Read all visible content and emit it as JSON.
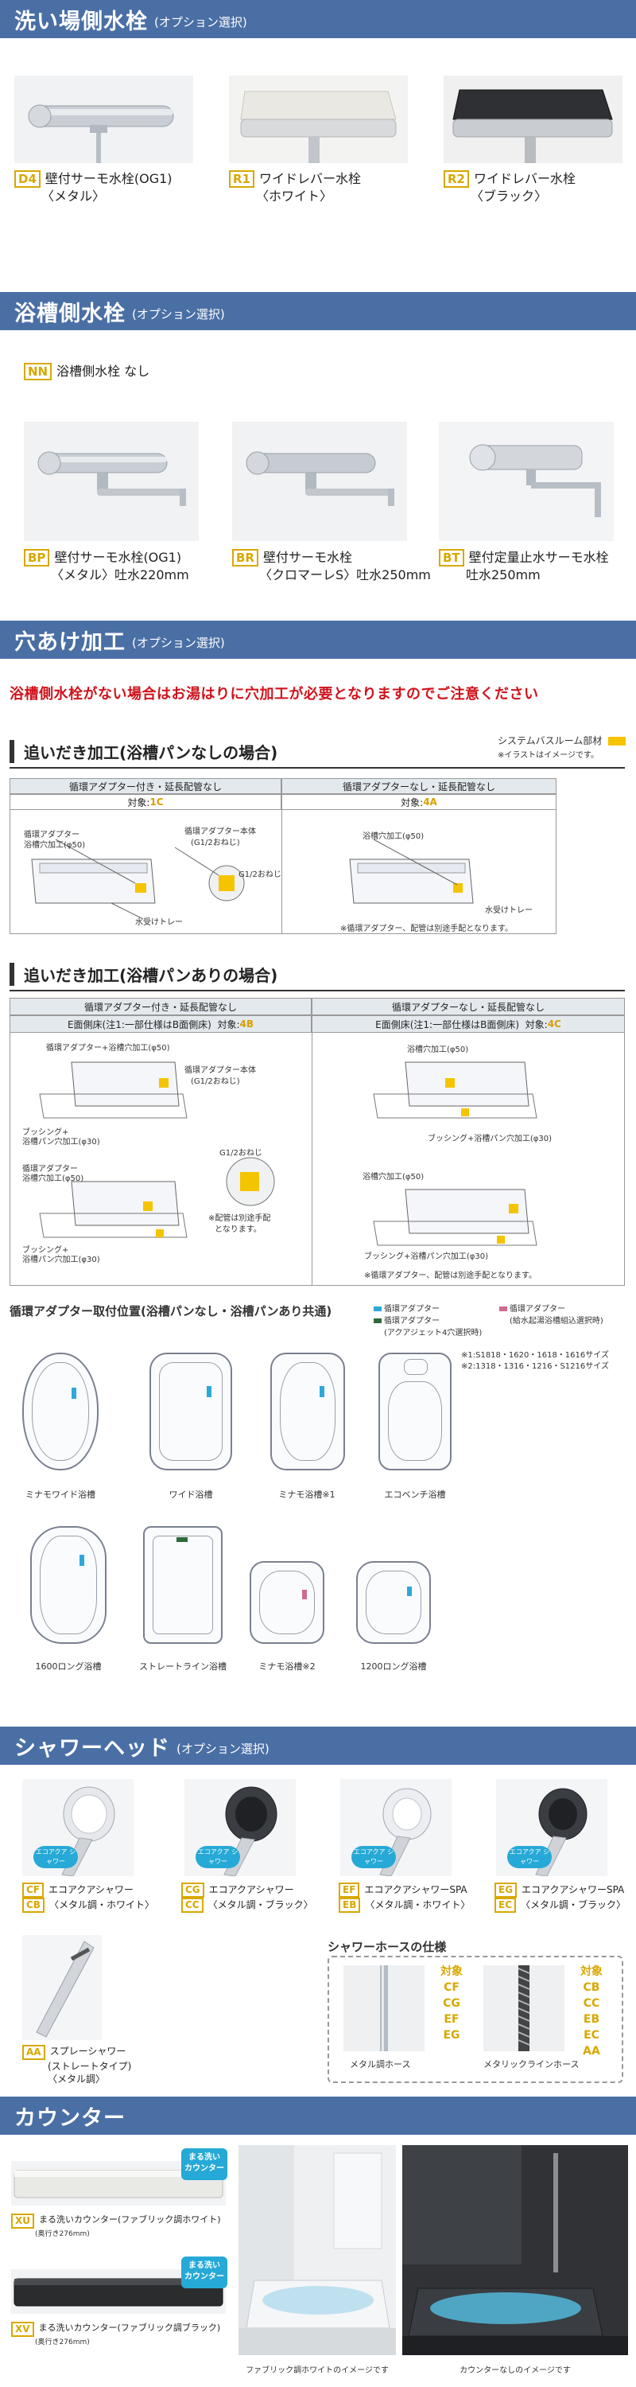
{
  "sec1": {
    "title": "洗い場側水栓",
    "sub": "(オプション選択)"
  },
  "faucets1": [
    {
      "code": "D4",
      "line1": "壁付サーモ水栓(OG1)",
      "line2": "〈メタル〉"
    },
    {
      "code": "R1",
      "line1": "ワイドレバー水栓",
      "line2": "〈ホワイト〉"
    },
    {
      "code": "R2",
      "line1": "ワイドレバー水栓",
      "line2": "〈ブラック〉"
    }
  ],
  "sec2": {
    "title": "浴槽側水栓",
    "sub": "(オプション選択)"
  },
  "nn": {
    "code": "NN",
    "label": "浴槽側水栓 なし"
  },
  "faucets2": [
    {
      "code": "BP",
      "line1": "壁付サーモ水栓(OG1)",
      "line2": "〈メタル〉吐水220mm"
    },
    {
      "code": "BR",
      "line1": "壁付サーモ水栓",
      "line2": "〈クロマーレS〉吐水250mm"
    },
    {
      "code": "BT",
      "line1": "壁付定量止水サーモ水栓",
      "line2": "吐水250mm"
    }
  ],
  "sec3": {
    "title": "穴あけ加工",
    "sub": "(オプション選択)"
  },
  "warning": "浴槽側水栓がない場合はお湯はりに穴加工が必要となりますのでご注意ください",
  "legend": {
    "label": "システムバスルーム部材",
    "note": "※イラストはイメージです。",
    "color": "#f5c400"
  },
  "oidaki1": {
    "title": "追いだき加工(浴槽パンなしの場合)",
    "colA": {
      "head": "循環アダプター付き・延長配管なし",
      "target_label": "対象:",
      "target": "1C"
    },
    "colB": {
      "head": "循環アダプターなし・延長配管なし",
      "target_label": "対象:",
      "target": "4A"
    },
    "labels": {
      "a1": "循環アダプター",
      "a2": "浴槽穴加工(φ50)",
      "a3": "循環アダプター本体",
      "a4": "(G1/2おねじ)",
      "a5": "G1/2おねじ",
      "a6": "水受けトレー",
      "b1": "浴槽穴加工(φ50)",
      "b2": "水受けトレー",
      "b3": "※循環アダプター、配管は別途手配となります。"
    }
  },
  "oidaki2": {
    "title": "追いだき加工(浴槽パンありの場合)",
    "colA": {
      "head": "循環アダプター付き・延長配管なし",
      "sub": "E面側床(注1:一部仕様はB面側床)",
      "target_label": "対象:",
      "target": "4B"
    },
    "colB": {
      "head": "循環アダプターなし・延長配管なし",
      "sub": "E面側床(注1:一部仕様はB面側床)",
      "target_label": "対象:",
      "target": "4C"
    },
    "labels": {
      "a1": "循環アダプター+浴槽穴加工(φ50)",
      "a2": "循環アダプター本体",
      "a3": "(G1/2おねじ)",
      "a4": "ブッシング+",
      "a5": "浴槽パン穴加工(φ30)",
      "a6": "G1/2おねじ",
      "a7": "循環アダプター",
      "a8": "浴槽穴加工(φ50)",
      "a9": "ブッシング+",
      "a10": "浴槽パン穴加工(φ30)",
      "a11": "※配管は別途手配",
      "a12": "となります。",
      "b1": "浴槽穴加工(φ50)",
      "b2": "ブッシング+浴槽パン穴加工(φ30)",
      "b3": "浴槽穴加工(φ50)",
      "b4": "ブッシング+浴槽パン穴加工(φ30)",
      "b5": "※循環アダプター、配管は別途手配となります。"
    }
  },
  "adapter": {
    "title": "循環アダプター取付位置(浴槽パンなし・浴槽パンあり共通)",
    "leg1": "循環アダプター",
    "leg2": "循環アダプター",
    "leg3": "(アクアジェット4穴選択時)",
    "leg4": "循環アダプター",
    "leg5": "(給水起湯浴槽組込選択時)",
    "note1": "※1:S1818・1620・1618・1616サイズ",
    "note2": "※2:1318・1316・1216・S1216サイズ",
    "tubs": [
      "ミナモワイド浴槽",
      "ワイド浴槽",
      "ミナモ浴槽※1",
      "エコベンチ浴槽",
      "1600ロング浴槽",
      "ストレートライン浴槽",
      "ミナモ浴槽※2",
      "1200ロング浴槽"
    ]
  },
  "sec4": {
    "title": "シャワーヘッド",
    "sub": "(オプション選択)"
  },
  "showers": [
    {
      "code1": "CF",
      "code2": "CB",
      "line1": "エコアクアシャワー",
      "line2": "〈メタル調・ホワイト〉",
      "badge": "エコアクア シャワー"
    },
    {
      "code1": "CG",
      "code2": "CC",
      "line1": "エコアクアシャワー",
      "line2": "〈メタル調・ブラック〉",
      "badge": "エコアクア シャワー"
    },
    {
      "code1": "EF",
      "code2": "EB",
      "line1": "エコアクアシャワーSPA",
      "line2": "〈メタル調・ホワイト〉",
      "badge": "エコアクア シャワー"
    },
    {
      "code1": "EG",
      "code2": "EC",
      "line1": "エコアクアシャワーSPA",
      "line2": "〈メタル調・ブラック〉",
      "badge": "エコアクア シャワー"
    }
  ],
  "spray": {
    "code": "AA",
    "line1": "スプレーシャワー",
    "line2": "(ストレートタイプ)",
    "line3": "〈メタル調〉"
  },
  "hose": {
    "title": "シャワーホースの仕様",
    "left": {
      "target": "対象",
      "codes": [
        "CF",
        "CG",
        "EF",
        "EG"
      ],
      "name": "メタル調ホース"
    },
    "right": {
      "target": "対象",
      "codes": [
        "CB",
        "CC",
        "EB",
        "EC",
        "AA"
      ],
      "name": "メタリックラインホース"
    }
  },
  "sec5": {
    "title": "カウンター"
  },
  "counters": [
    {
      "code": "XU",
      "name": "まる洗いカウンター(ファブリック調ホワイト)",
      "depth": "(奥行き276mm)",
      "badge1": "まる洗い",
      "badge2": "カウンター"
    },
    {
      "code": "XV",
      "name": "まる洗いカウンター(ファブリック調ブラック)",
      "depth": "(奥行き276mm)",
      "badge1": "まる洗い",
      "badge2": "カウンター"
    }
  ],
  "photos": {
    "cap1": "ファブリック調ホワイトのイメージです",
    "cap2": "カウンターなしのイメージです"
  },
  "colors": {
    "band": "#4a6fa5",
    "code": "#d8a800",
    "warning": "#d0121b"
  }
}
